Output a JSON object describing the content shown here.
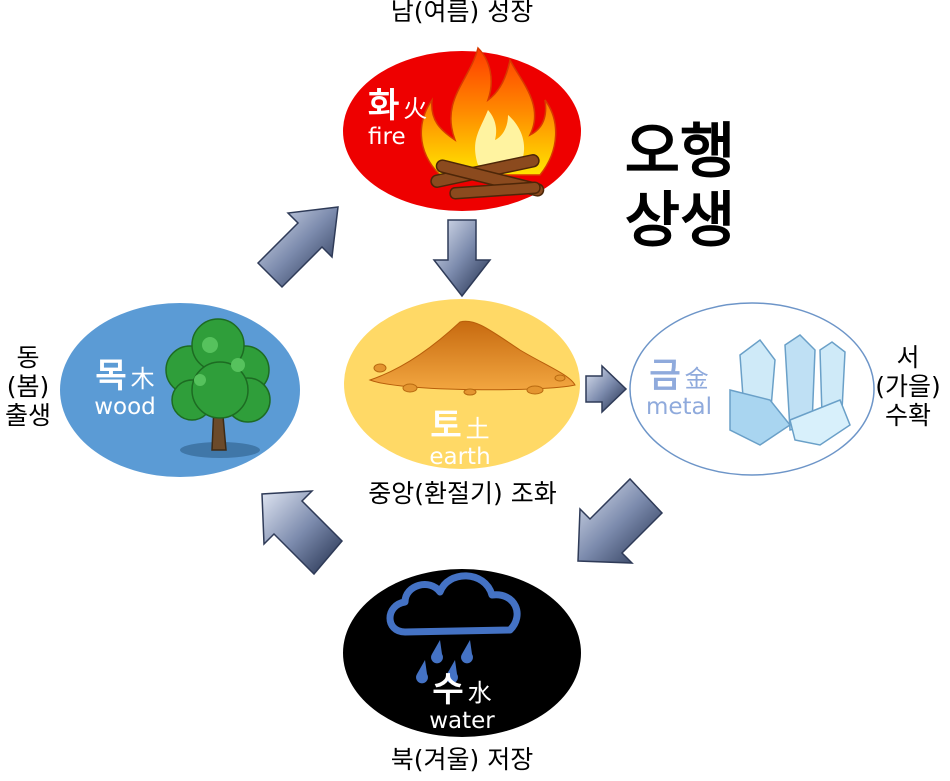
{
  "title": {
    "line1": "오행",
    "line2": "상생"
  },
  "elements": {
    "fire": {
      "ko": "화",
      "hanja": "火",
      "en": "fire",
      "fill": "#ee0000",
      "caption": "남(여름) 성장"
    },
    "wood": {
      "ko": "목",
      "hanja": "木",
      "en": "wood",
      "fill": "#5b9bd5",
      "caption": [
        "동",
        "(봄)",
        "출생"
      ]
    },
    "earth": {
      "ko": "토",
      "hanja": "土",
      "en": "earth",
      "fill": "#ffd966",
      "caption": "중앙(환절기) 조화"
    },
    "metal": {
      "ko": "금",
      "hanja": "金",
      "en": "metal",
      "fill": "#ffffff",
      "text_color": "#8faadc",
      "caption": [
        "서",
        "(가을)",
        "수확"
      ]
    },
    "water": {
      "ko": "수",
      "hanja": "水",
      "en": "water",
      "fill": "#000000",
      "caption": "북(겨울) 저장"
    }
  },
  "icons": [
    "flame-icon",
    "tree-icon",
    "sand-pile-icon",
    "crystal-icon",
    "rain-cloud-icon"
  ]
}
